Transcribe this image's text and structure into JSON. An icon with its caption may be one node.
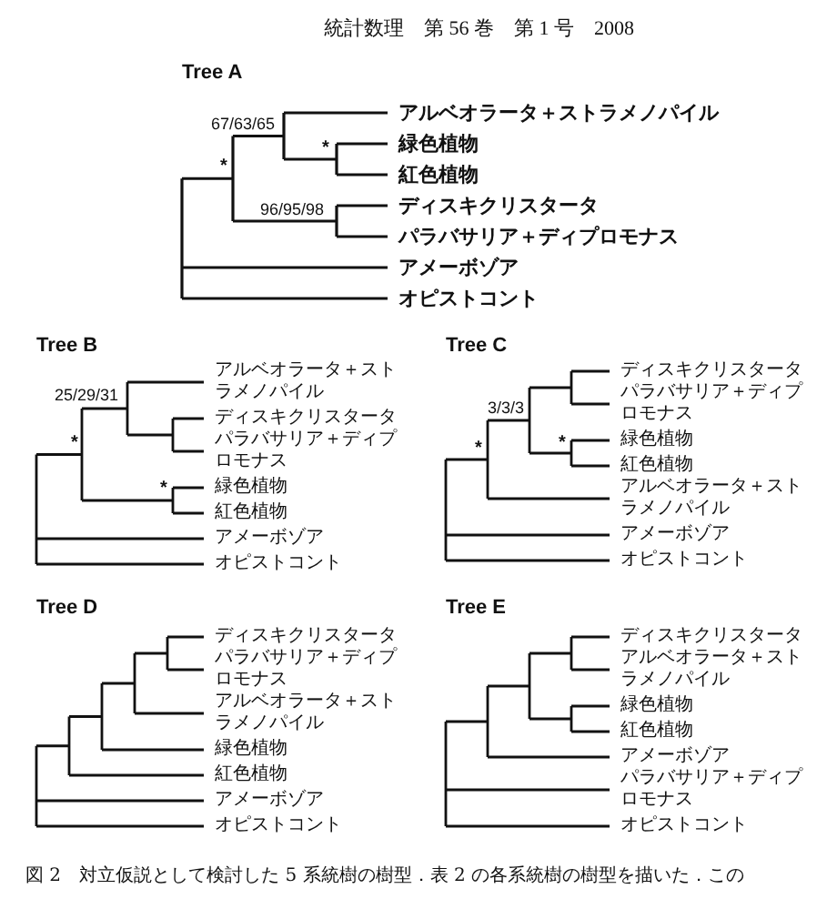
{
  "diagram": {
    "caption": "図 2　対立仮説として検討した 5 系統樹の樹型．表 2 の各系統樹の樹型を描いた．この",
    "labels": [
      "統計数理　第 56 巻　第 1 号　2008",
      "Tree A",
      "67/63/65",
      "*",
      "*",
      "96/95/98",
      "アルベオラータ＋ストラメノパイル",
      "緑色植物",
      "紅色植物",
      "ディスキクリスタータ",
      "パラバサリア＋ディプロモナス",
      "アメーボゾア",
      "オピストコント",
      "Tree B",
      "Tree C",
      "25/29/31",
      "*",
      "*",
      "アルベオラータ＋ストラメノパイル",
      "ディスキクリスタータ",
      "パラバサリア＋ディプロモナス",
      "緑色植物",
      "紅色植物",
      "アメーボゾア",
      "オピストコント",
      "3/3/3",
      "*",
      "*",
      "ディスキクリスタータ",
      "パラバサリア＋ディプロモナス",
      "緑色植物",
      "紅色植物",
      "アルベオラータ＋ストラメノパイル",
      "アメーボゾア",
      "オピストコント",
      "Tree D",
      "Tree E",
      "ディスキクリスタータ",
      "パラバサリア＋ディプロモナス",
      "アルベオラータ＋ストラメノパイル",
      "緑色植物",
      "紅色植物",
      "アメーボゾア",
      "オピストコント",
      "ディスキクリスタータ",
      "アルベオラータ＋ストラメノパイル",
      "緑色植物",
      "紅色植物",
      "アメーボゾア",
      "パラバサリア＋ディプロモナス",
      "オピストコント"
    ]
  }
}
